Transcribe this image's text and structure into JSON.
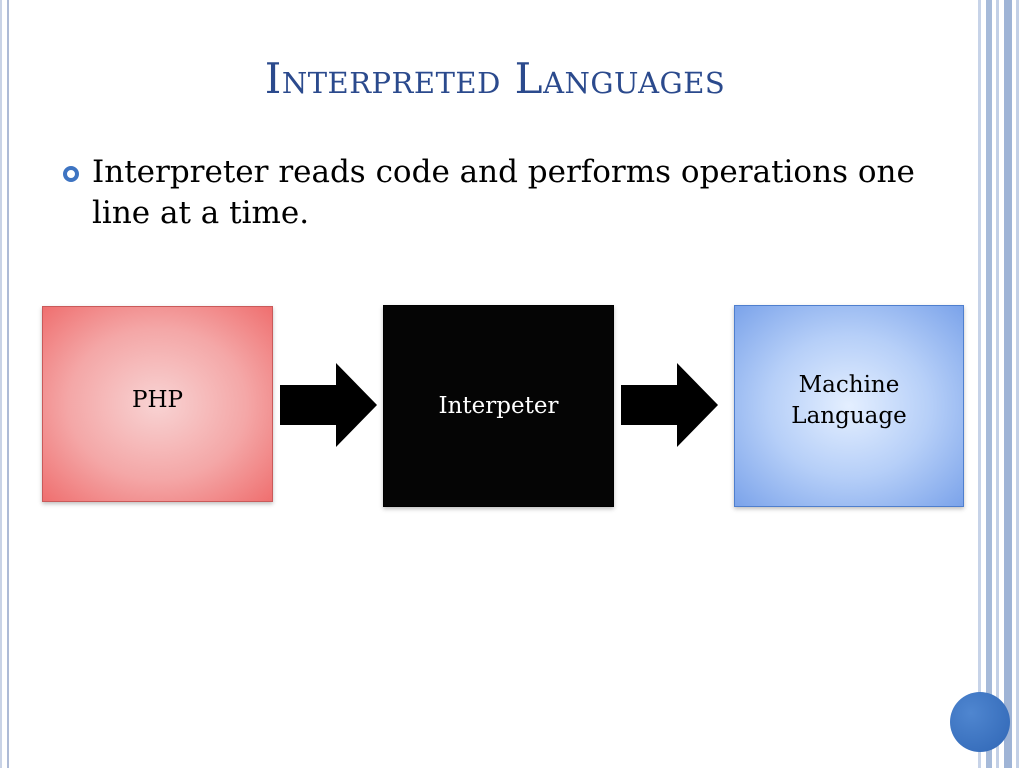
{
  "slide": {
    "title": "Interpreted Languages"
  },
  "bullet": {
    "text": "Interpreter reads code and performs operations one line at a time."
  },
  "diagram": {
    "source_label": "PHP",
    "processor_label": "Interpeter",
    "output_label_line1": "Machine",
    "output_label_line2": "Language"
  },
  "colors": {
    "title": "#2b4a8d",
    "bullet_accent": "#3e74c2",
    "source_box": "#f4a7a7",
    "processor_box": "#050505",
    "output_box": "#b6cff8",
    "arrow": "#000000",
    "page_circle": "#3c74c3"
  }
}
